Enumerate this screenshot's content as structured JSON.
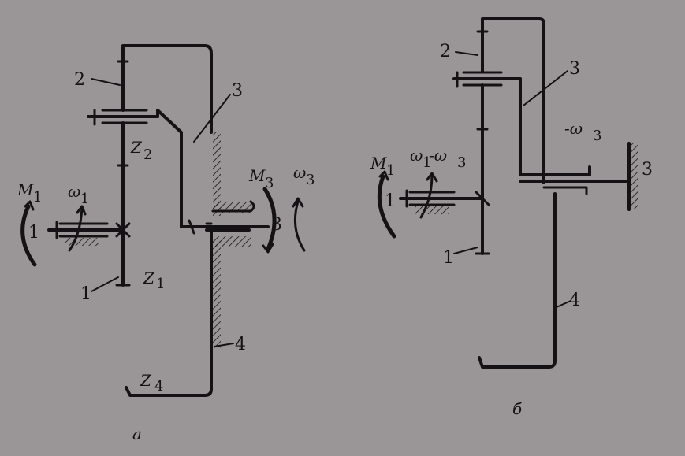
{
  "figure_a": {
    "caption": "a",
    "labels": {
      "gear_2": "2",
      "carrier_3": "3",
      "z2": "Z",
      "z2_sub": "2",
      "m1": "M",
      "m1_sub": "1",
      "w1": "ω",
      "w1_sub": "1",
      "shaft_1": "1",
      "m3": "M",
      "m3_sub": "3",
      "w3": "ω",
      "w3_sub": "3",
      "shaft_3": "3",
      "gear_1": "1",
      "z1": "Z",
      "z1_sub": "1",
      "ring_4": "4",
      "z4": "Z",
      "z4_sub": "4"
    }
  },
  "figure_b": {
    "caption": "б",
    "labels": {
      "gear_2": "2",
      "carrier_3": "3",
      "neg_w3": "-ω",
      "neg_w3_sub": "3",
      "m1": "M",
      "m1_sub": "1",
      "w_rel": "ω",
      "w_rel_sub1": "1",
      "w_rel_mid": "-ω",
      "w_rel_sub2": "3",
      "shaft_1": "1",
      "fixed_3": "3",
      "gear_1": "1",
      "ring_4": "4"
    }
  }
}
